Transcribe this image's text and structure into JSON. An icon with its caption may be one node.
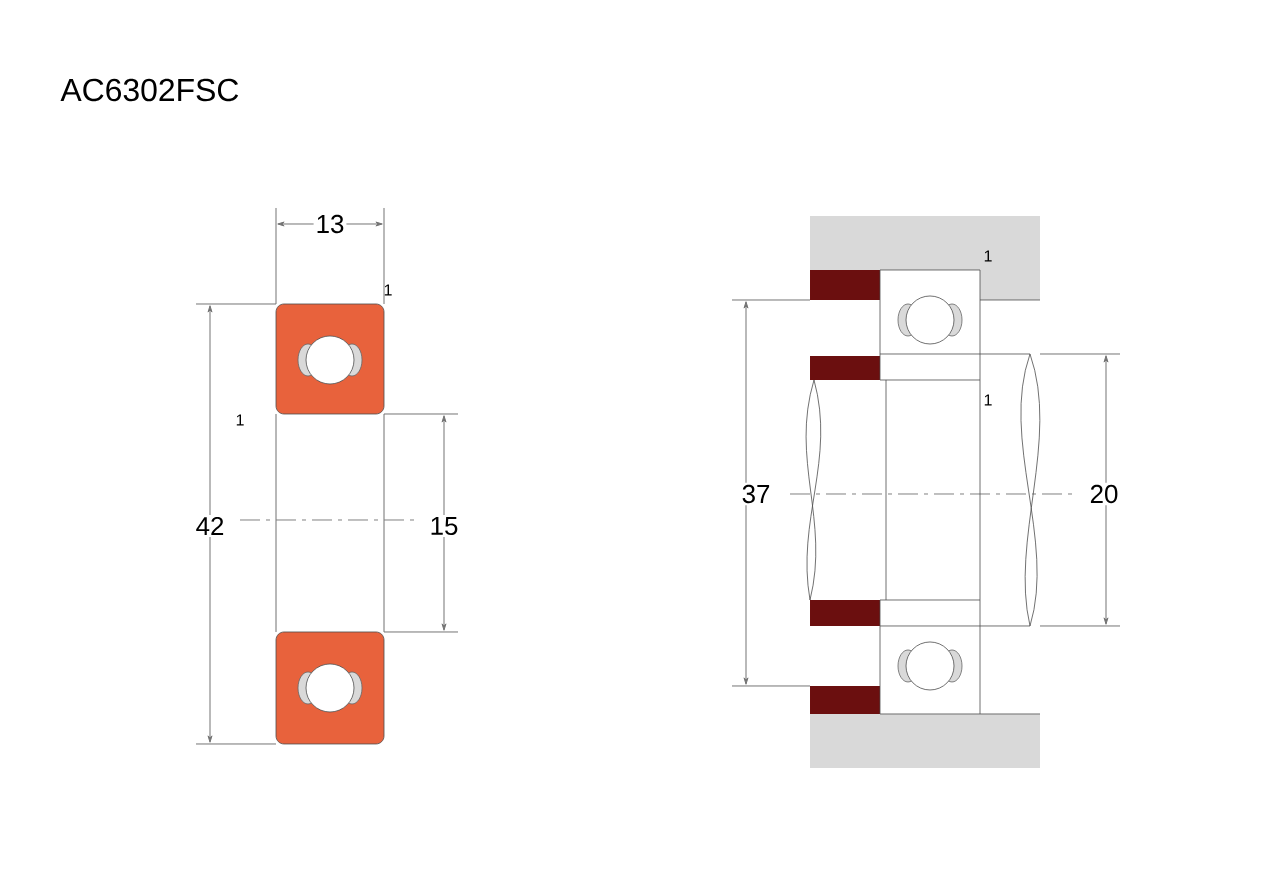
{
  "diagram": {
    "title": "AC6302FSC",
    "labels": [
      "13",
      "1",
      "1",
      "42",
      "15",
      "1",
      "1",
      "37",
      "20"
    ]
  }
}
